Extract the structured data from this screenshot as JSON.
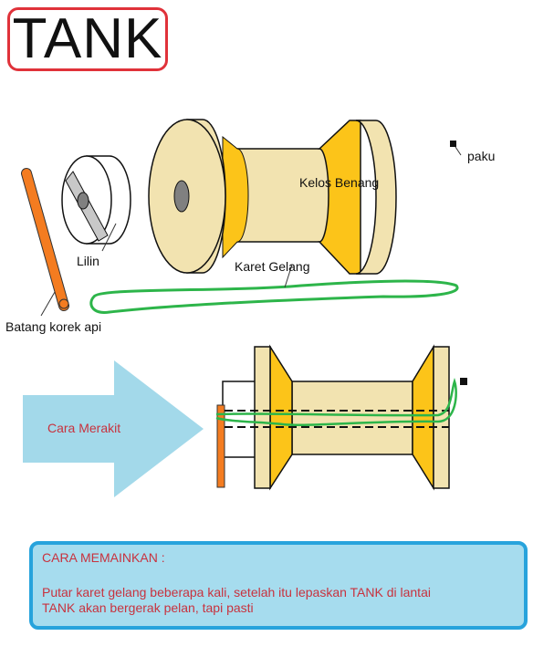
{
  "title": "TANK",
  "labels": {
    "spool": "Kelos Benang",
    "nail": "paku",
    "candle": "Lilin",
    "rubber_band": "Karet Gelang",
    "matchstick": "Batang korek api",
    "assembly_arrow": "Cara Merakit"
  },
  "instructions": {
    "heading": "CARA MEMAINKAN :",
    "lines": [
      "Putar karet gelang beberapa kali, setelah itu lepaskan TANK di lantai",
      "TANK akan bergerak pelan, tapi pasti"
    ]
  },
  "colors": {
    "spool": "#f2e3b0",
    "cone": "#fcc419",
    "matchstick": "#f47c20",
    "rubber": "#2db54a",
    "arrow": "#a3d9ea",
    "text_red": "#c8323e"
  }
}
